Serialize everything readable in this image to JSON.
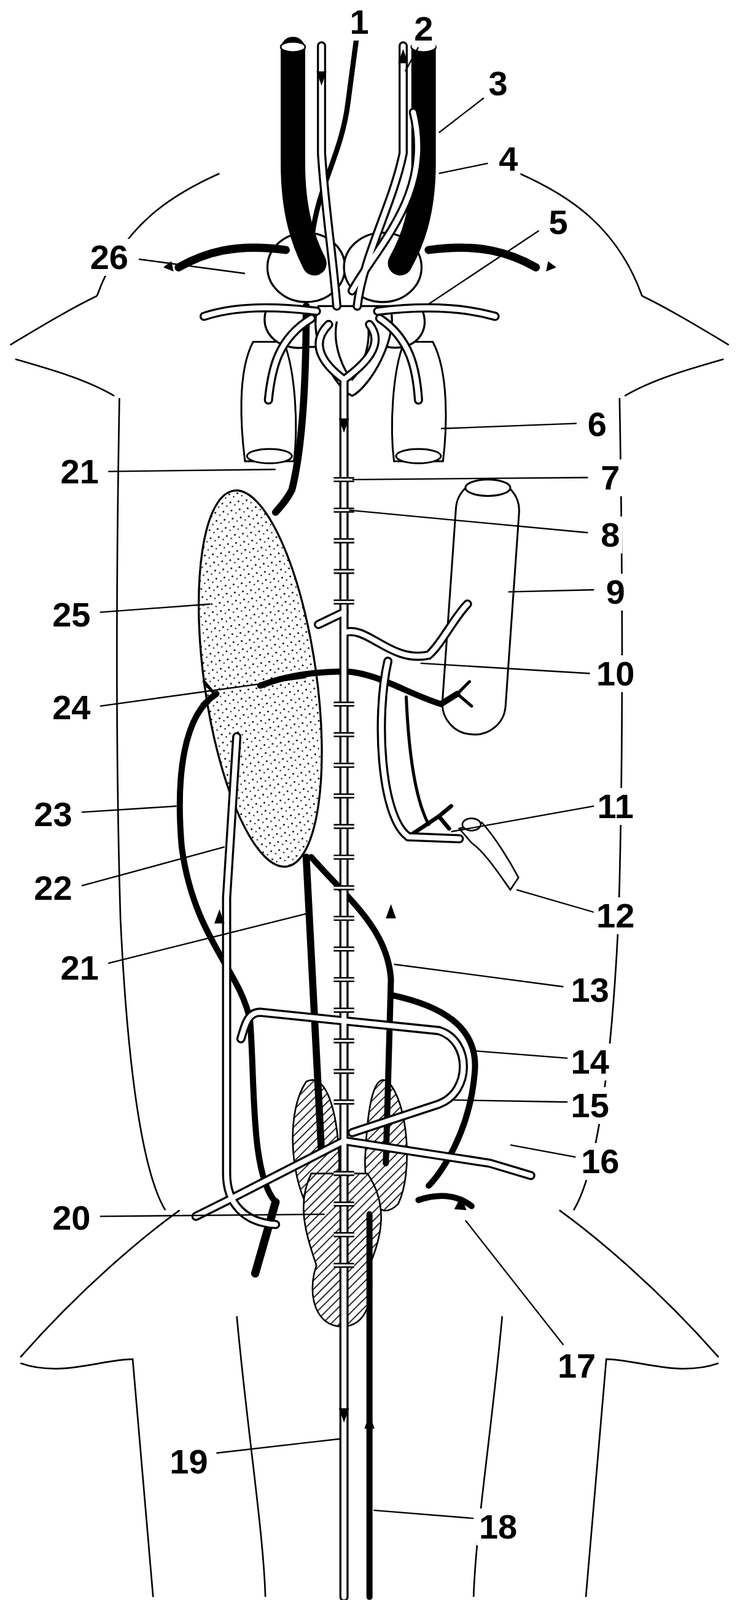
{
  "diagram": {
    "labels": [
      "1",
      "2",
      "3",
      "4",
      "26",
      "5",
      "6",
      "21",
      "7",
      "8",
      "9",
      "25",
      "10",
      "24",
      "11",
      "23",
      "12",
      "22",
      "21",
      "13",
      "14",
      "15",
      "16",
      "20",
      "17",
      "19",
      "18"
    ]
  }
}
